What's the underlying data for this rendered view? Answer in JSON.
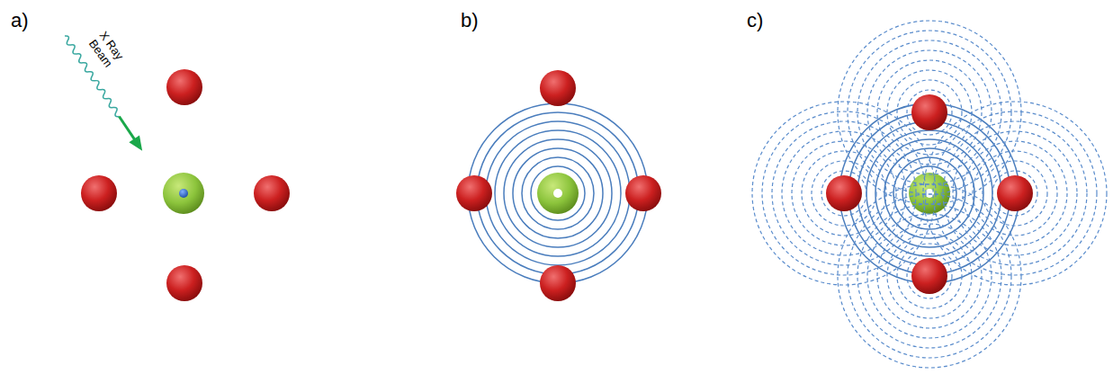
{
  "diagram": {
    "labels": [
      "a)",
      "b)",
      "c)",
      "X Ray Beam"
    ]
  }
}
